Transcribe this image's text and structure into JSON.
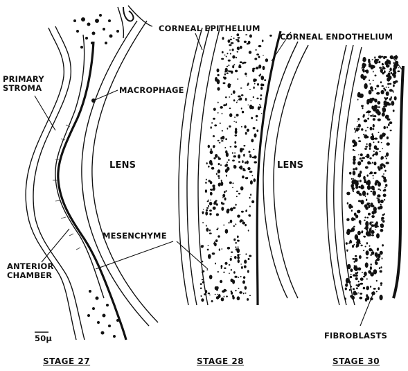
{
  "labels": {
    "primary_stroma_1": "PRIMARY",
    "primary_stroma_2": "STROMA",
    "macrophage": "MACROPHAGE",
    "lens_left": "LENS",
    "mesenchyme": "MESENCHYME",
    "anterior_chamber_1": "ANTERIOR",
    "anterior_chamber_2": "CHAMBER",
    "scale_bar": "50μ",
    "corneal_epithelium": "CORNEAL EPITHELIUM",
    "corneal_endothelium": "CORNEAL ENDOTHELIUM",
    "lens_right": "LENS",
    "fibroblasts": "FIBROBLASTS"
  },
  "stages": [
    "STAGE 27",
    "STAGE 28",
    "STAGE 30"
  ],
  "colors": {
    "ink": "#111111",
    "paper": "#ffffff"
  }
}
